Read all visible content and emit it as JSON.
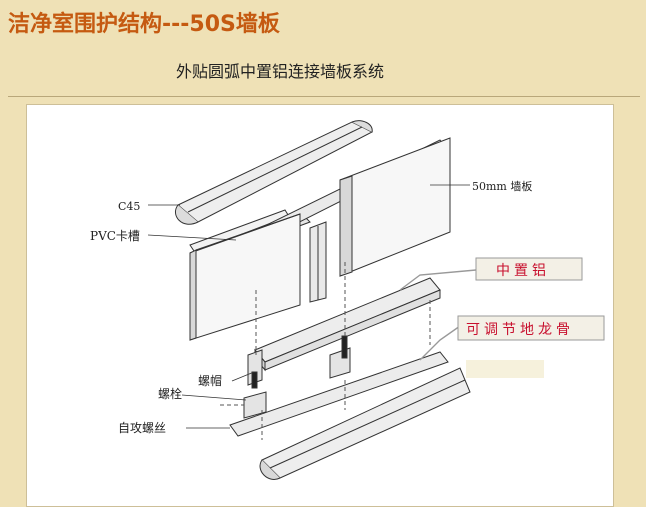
{
  "header": {
    "title": "洁净室围护结构---50S墙板",
    "subtitle": "外贴圆弧中置铝连接墙板系统"
  },
  "diagram": {
    "labels": {
      "c45": "C45",
      "wall_panel": "50mm 墙板",
      "pvc_slot": "PVC卡槽",
      "nut": "螺帽",
      "bolt": "螺栓",
      "self_tap_screw": "自攻螺丝"
    },
    "tags": {
      "center_aluminum": "中置铝",
      "adjustable_keel": "可调节地龙骨"
    }
  }
}
